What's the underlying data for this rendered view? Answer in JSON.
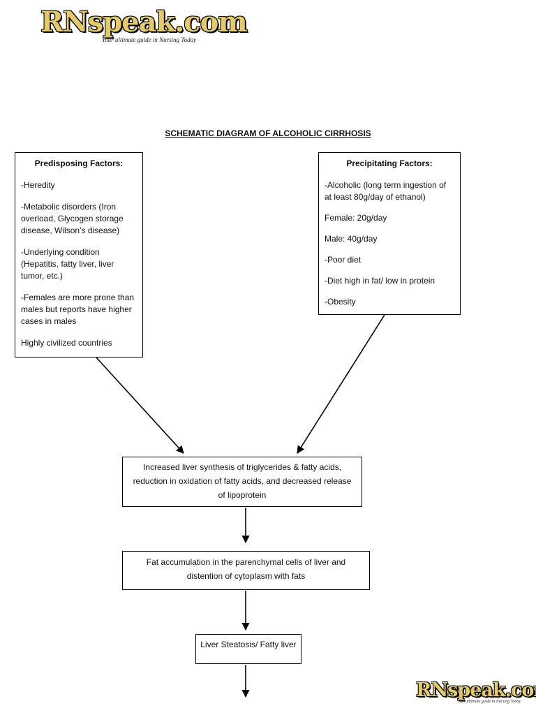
{
  "logo": {
    "text": "RNspeak.com",
    "tagline": "Your ultimate guide in Nursing Today"
  },
  "title": "SCHEMATIC DIAGRAM OF ALCOHOLIC CIRRHOSIS",
  "predisposing": {
    "heading": "Predisposing Factors:",
    "items": [
      "-Heredity",
      "-Metabolic disorders (Iron overload, Glycogen storage disease, Wilson’s disease)",
      "-Underlying condition (Hepatitis, fatty liver, liver tumor, etc.)",
      "-Females are more prone than males but reports have higher cases in males",
      "Highly civilized countries"
    ]
  },
  "precipitating": {
    "heading": "Precipitating Factors:",
    "items": [
      "-Alcoholic (long term ingestion of at least 80g/day of ethanol)",
      "Female: 20g/day",
      "Male: 40g/day",
      "-Poor diet",
      "-Diet high in fat/ low in protein",
      "-Obesity"
    ]
  },
  "steps": [
    "Increased liver synthesis of triglycerides & fatty acids, reduction in oxidation of fatty acids, and decreased release of lipoprotein",
    "Fat accumulation in the parenchymal cells of liver and distention of cytoplasm with fats",
    "Liver Steatosis/ Fatty liver"
  ]
}
